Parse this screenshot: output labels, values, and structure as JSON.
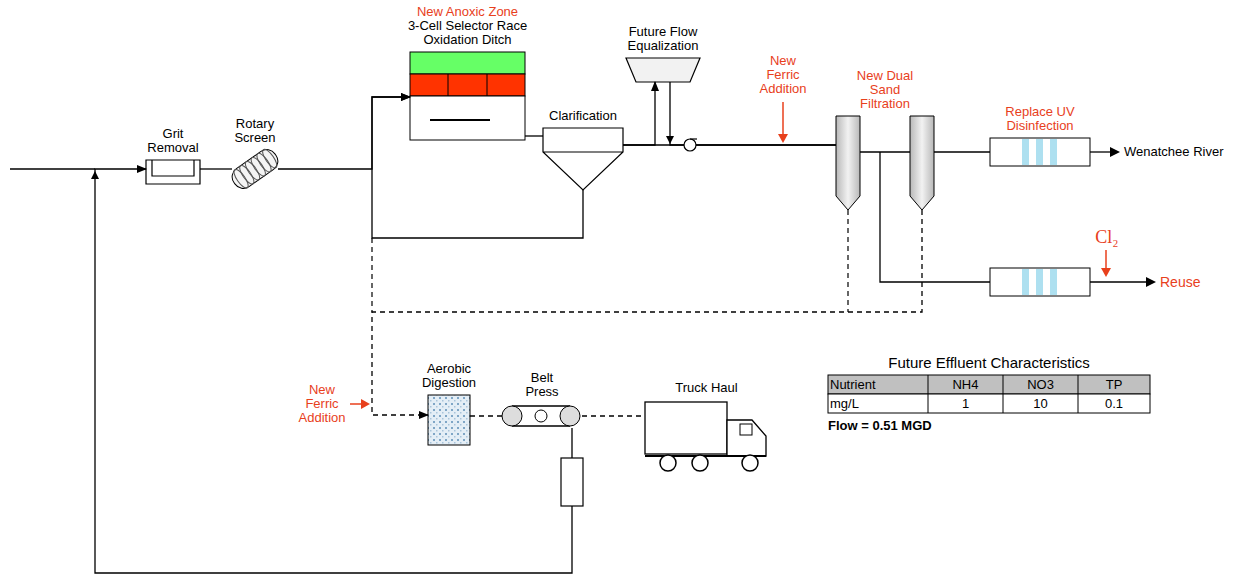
{
  "diagram": {
    "nodes": [
      {
        "text": [
          "Grit Removal"
        ]
      },
      {
        "text": [
          "Rotary Screen"
        ]
      },
      {
        "text": [
          "New Anoxic Zone",
          "3-Cell Selector Race Oxidation Ditch"
        ]
      },
      {
        "text": [
          "Clarification"
        ]
      },
      {
        "text": [
          "Future Flow Equalization"
        ]
      },
      {
        "text": [
          "New Dual Sand Filtration"
        ]
      },
      {
        "text": [
          "Replace UV Disinfection"
        ]
      },
      {
        "text": [
          "Aerobic Digestion"
        ]
      },
      {
        "text": [
          "Belt Press"
        ]
      },
      {
        "text": [
          "Truck Haul"
        ]
      }
    ],
    "edges": [
      {
        "from": 0,
        "to": 1,
        "arrow": "none"
      },
      {
        "from": 1,
        "to": 2,
        "arrow": "to"
      },
      {
        "from": 2,
        "to": 3,
        "arrow": "none"
      },
      {
        "from": 3,
        "to": 4,
        "arrow": "to"
      },
      {
        "from": 4,
        "to": 5,
        "arrow": "none"
      },
      {
        "from": 3,
        "to": 5,
        "arrow": "none"
      },
      {
        "from": 3,
        "to": 2,
        "arrow": "to"
      },
      {
        "from": 5,
        "to": 6,
        "arrow": "none"
      },
      {
        "from": 5,
        "to": 7,
        "arrow": "to"
      },
      {
        "from": 7,
        "to": 8,
        "arrow": "none"
      },
      {
        "from": 8,
        "to": 9,
        "arrow": "none"
      },
      {
        "from": 8,
        "to": 0,
        "arrow": "to"
      }
    ],
    "labels": [
      "New Ferric Addition",
      "Wenatchee River",
      "Cl₂",
      "Reuse",
      "New Ferric Addition",
      "Future Effluent Characteristics",
      "Nutrient",
      "NH4",
      "NO3",
      "TP",
      "mg/L",
      "1",
      "10",
      "0.1",
      "Flow = 0.51 MGD"
    ]
  }
}
